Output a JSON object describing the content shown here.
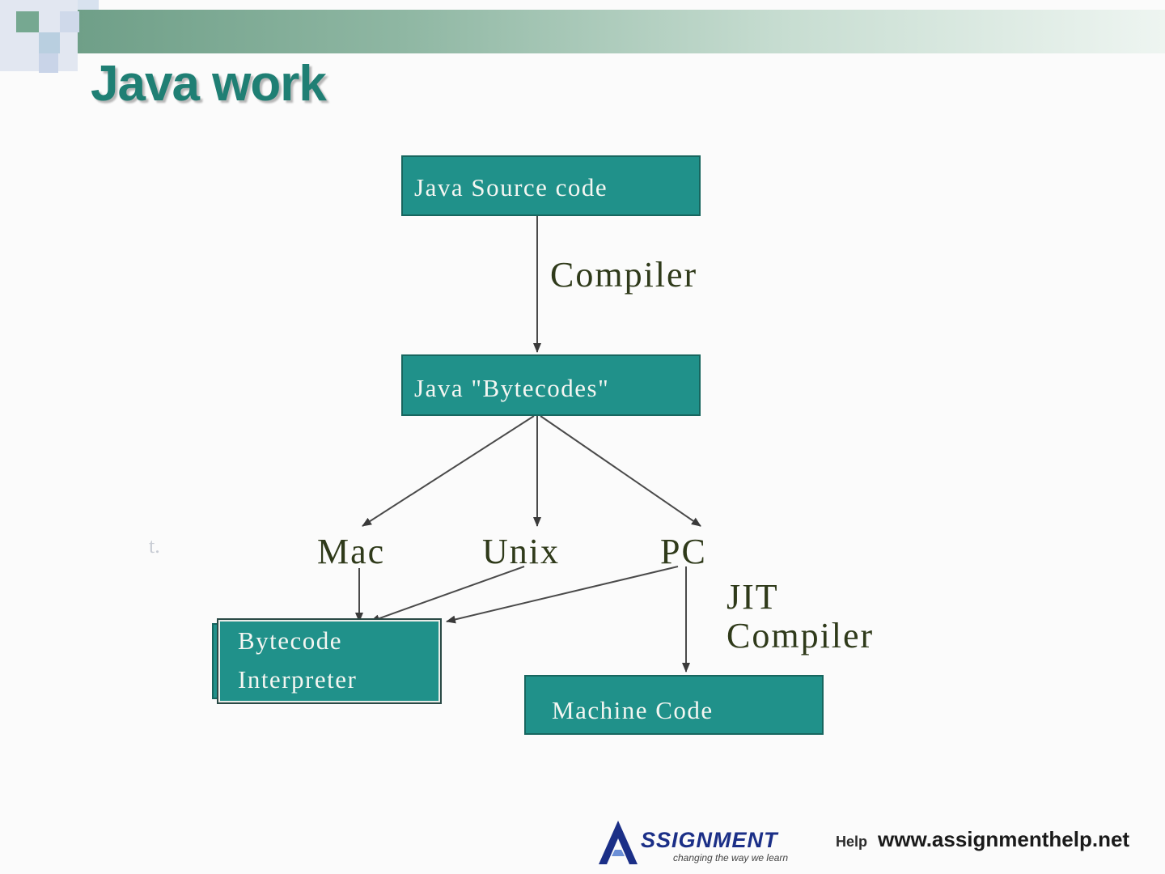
{
  "slide": {
    "title": "Java work"
  },
  "diagram": {
    "nodes": {
      "source": "Java Source code",
      "bytecodes": "Java \"Bytecodes\"",
      "interpreter_line1": "Bytecode",
      "interpreter_line2": "Interpreter",
      "machine_code": "Machine Code"
    },
    "platforms": {
      "mac": "Mac",
      "unix": "Unix",
      "pc": "PC"
    },
    "edge_labels": {
      "compiler": "Compiler",
      "jit_line1": "JIT",
      "jit_line2": "Compiler"
    },
    "stray_mark": "t."
  },
  "footer": {
    "logo_word": "SSIGNMENT",
    "logo_help": "Help",
    "logo_tagline": "changing the way we learn",
    "website": "www.assignmenthelp.net"
  },
  "colors": {
    "box_fill": "#20918a",
    "title": "#1f7f74",
    "label_text": "#2f3a1a",
    "logo_blue": "#1b2f87"
  }
}
